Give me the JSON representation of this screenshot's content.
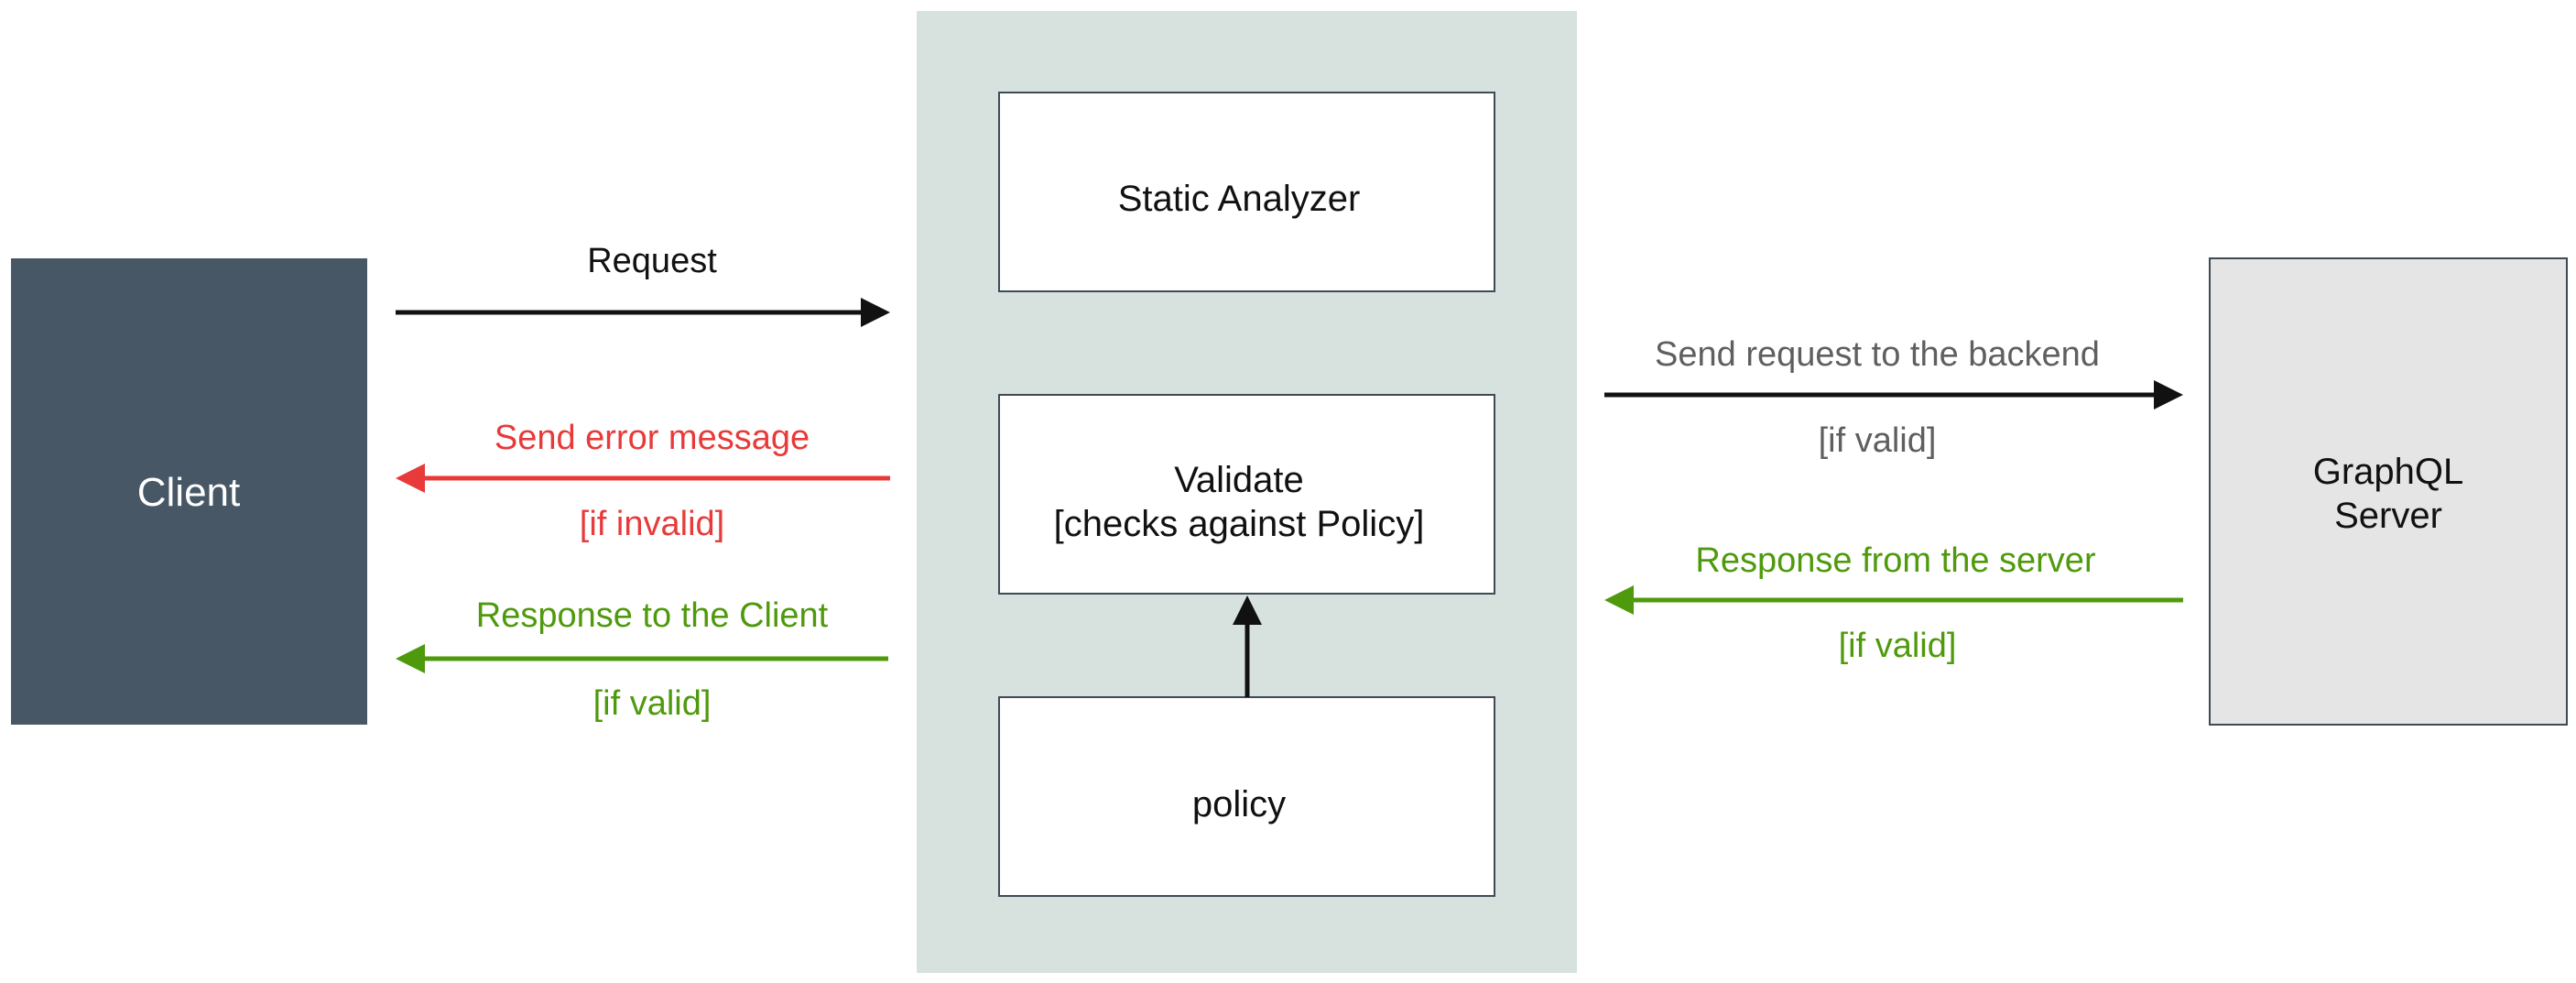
{
  "client": {
    "label": "Client"
  },
  "server": {
    "line1": "GraphQL",
    "line2": "Server"
  },
  "analyzer": {
    "static_label": "Static Analyzer",
    "validate_line1": "Validate",
    "validate_line2": "[checks against Policy]",
    "policy_label": "policy"
  },
  "arrows": {
    "request": "Request",
    "error": "Send error message",
    "error_condition": "[if invalid]",
    "response_client": "Response to the Client",
    "response_client_condition": "[if valid]",
    "to_backend": "Send request to the backend",
    "to_backend_condition": "[if valid]",
    "from_server": "Response from the server",
    "from_server_condition": "[if valid]"
  },
  "colors": {
    "client_fill": "#475766",
    "panel_fill": "#d7e2df",
    "server_fill": "#e5e5e5",
    "error": "#e83a3a",
    "success": "#4f9a0c",
    "neutral_text": "#5f5f5f",
    "black": "#111111"
  }
}
